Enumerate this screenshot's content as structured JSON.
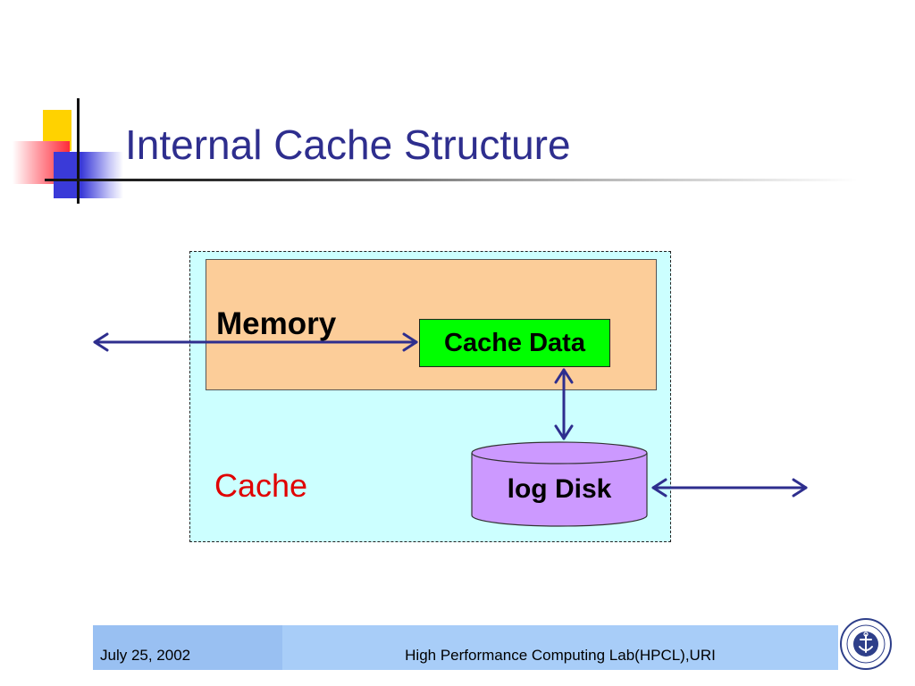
{
  "slide": {
    "title": "Internal Cache Structure"
  },
  "diagram": {
    "memory_label": "Memory",
    "cache_data_label": "Cache Data",
    "cache_label": "Cache",
    "disk_label": "log Disk",
    "colors": {
      "cache_region": "#ccffff",
      "memory_region": "#fccd99",
      "cache_data_box": "#00ff00",
      "disk": "#cc99ff",
      "arrows": "#2e2e8e",
      "cache_text": "#e00000"
    }
  },
  "footer": {
    "date": "July 25, 2002",
    "lab": "High Performance Computing Lab(HPCL),URI",
    "seal_icon": "university-seal-icon"
  }
}
